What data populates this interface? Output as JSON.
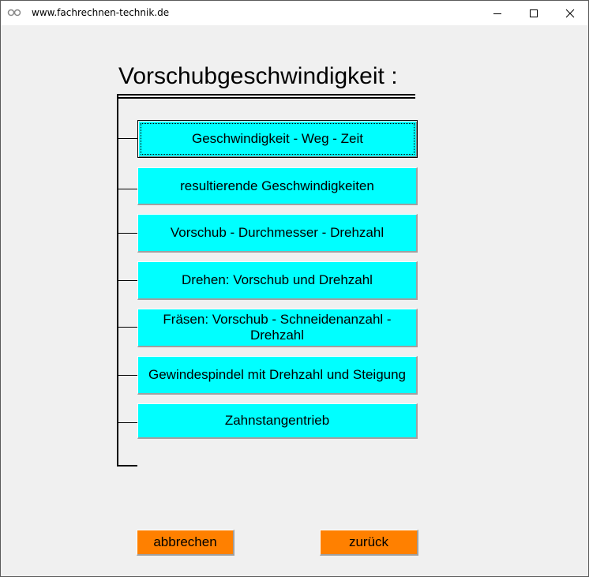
{
  "window": {
    "title": "www.fachrechnen-technik.de",
    "icon": "app-glasses-icon",
    "controls": {
      "minimize": "minimize-icon",
      "maximize": "maximize-icon",
      "close": "close-icon"
    }
  },
  "main": {
    "heading": "Vorschubgeschwindigkeit :",
    "menu_items": [
      {
        "label": "Geschwindigkeit - Weg - Zeit",
        "focused": true
      },
      {
        "label": "resultierende Geschwindigkeiten"
      },
      {
        "label": "Vorschub - Durchmesser - Drehzahl"
      },
      {
        "label": "Drehen: Vorschub und Drehzahl"
      },
      {
        "label": "Fräsen: Vorschub - Schneidenanzahl - Drehzahl"
      },
      {
        "label": "Gewindespindel mit Drehzahl und Steigung"
      },
      {
        "label": "Zahnstangentrieb"
      }
    ]
  },
  "footer": {
    "cancel_label": "abbrechen",
    "back_label": "zurück"
  },
  "colors": {
    "menu_button": "#00ffff",
    "action_button": "#ff8000",
    "background": "#f0f0f0"
  }
}
